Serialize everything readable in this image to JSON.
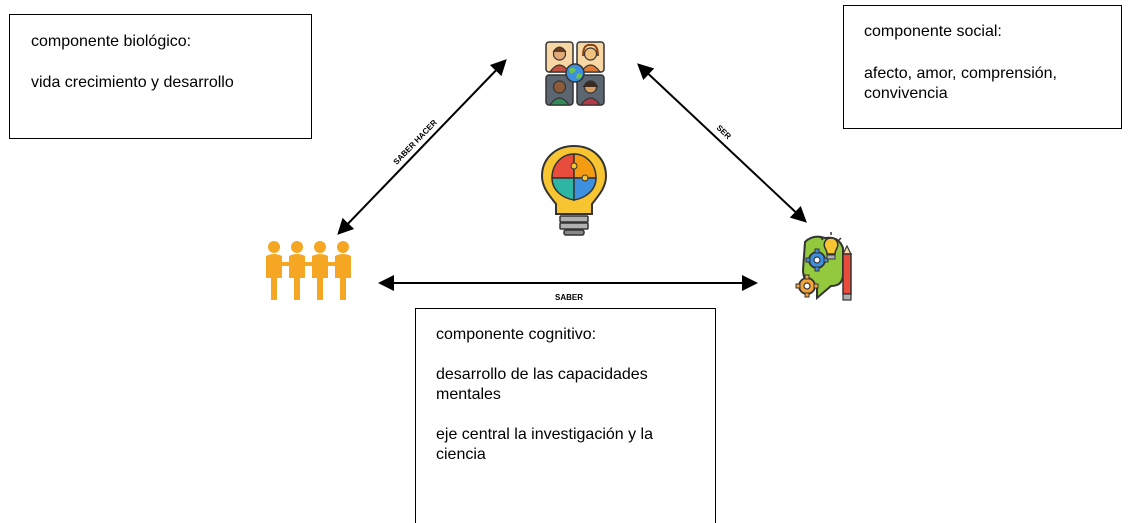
{
  "boxes": {
    "biologico": {
      "title": "componente biológico:",
      "text": "vida crecimiento y desarrollo"
    },
    "social": {
      "title": "componente social:",
      "text": "afecto, amor, comprensión, convivencia"
    },
    "cognitivo": {
      "title": "componente cognitivo:",
      "text1": "desarrollo de las capacidades mentales",
      "text2": "eje central la investigación y la ciencia"
    }
  },
  "edges": {
    "left": "SABER HACER",
    "right": "SER",
    "bottom": "SABER"
  },
  "colors": {
    "person_orange": "#F5A623",
    "bulb_yellow": "#F7C531",
    "puzzle_red": "#E84C3D",
    "puzzle_teal": "#2DB6A3",
    "puzzle_blue": "#3D8FE0",
    "gear_orange": "#F2A33A",
    "board_green": "#93C93D",
    "line": "#000000"
  },
  "icons": {
    "top": "diverse-people-globe-icon",
    "center": "puzzle-lightbulb-icon",
    "left": "group-of-people-icon",
    "right": "creative-thinking-gears-icon"
  }
}
